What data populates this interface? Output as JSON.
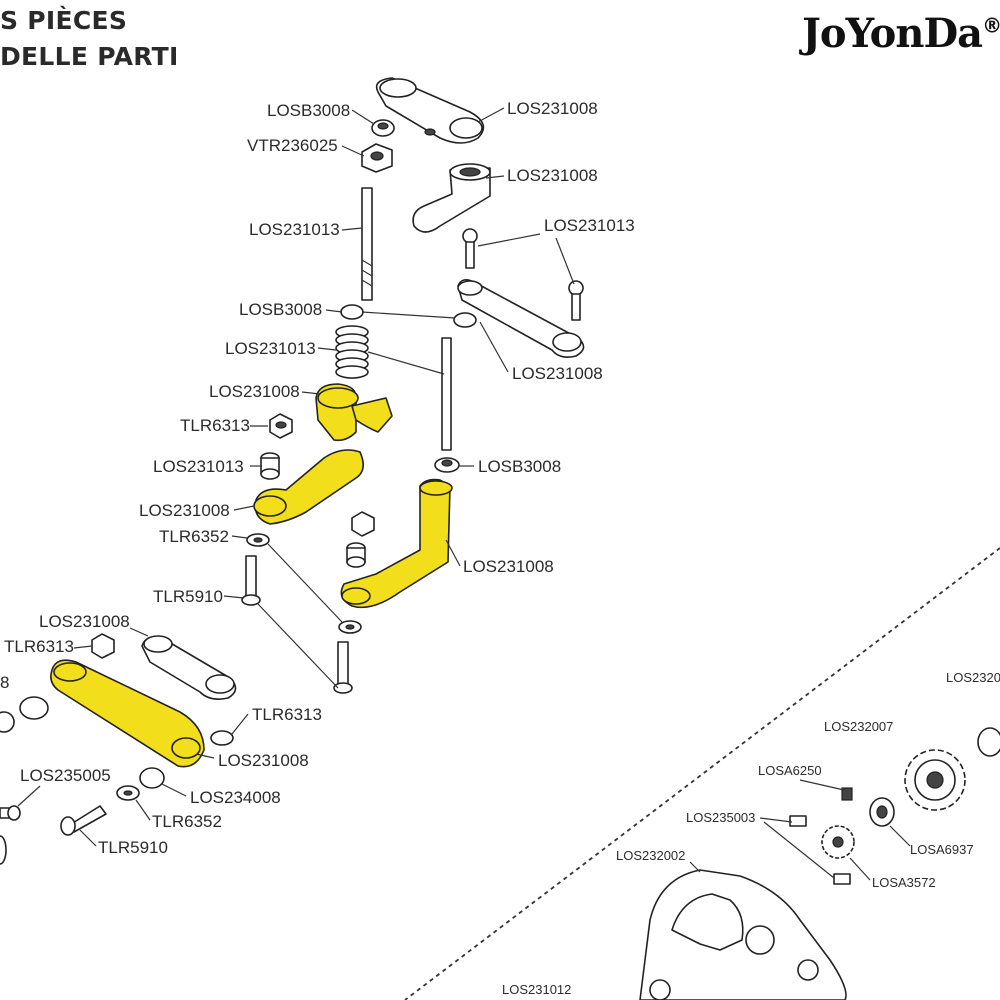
{
  "header": {
    "line1": "S PIÈCES",
    "line2": "DELLE PARTI"
  },
  "brand": {
    "name": "JoYonDa",
    "mark": "®"
  },
  "labels": {
    "losb3008_top": "LOSB3008",
    "los231008_a": "LOS231008",
    "vtr236025": "VTR236025",
    "los231008_b": "LOS231008",
    "los231013_a": "LOS231013",
    "los231013_b": "LOS231013",
    "losb3008_mid": "LOSB3008",
    "los231013_c": "LOS231013",
    "los231008_c": "LOS231008",
    "los231008_d": "LOS231008",
    "tlr6313_a": "TLR6313",
    "los231013_d": "LOS231013",
    "losb3008_low": "LOSB3008",
    "los231008_e": "LOS231008",
    "tlr6352_a": "TLR6352",
    "los231008_f": "LOS231008",
    "tlr5910_a": "TLR5910",
    "los231008_g": "LOS231008",
    "tlr6313_b": "TLR6313",
    "edge8": "8",
    "tlr6313_c": "TLR6313",
    "los231008_h": "LOS231008",
    "los235005": "LOS235005",
    "los234008": "LOS234008",
    "tlr6352_b": "TLR6352",
    "tlr5910_b": "TLR5910",
    "los2320_edge": "LOS2320",
    "los232007": "LOS232007",
    "losa6250": "LOSA6250",
    "los235003": "LOS235003",
    "losa6937": "LOSA6937",
    "los232002": "LOS232002",
    "losa3572": "LOSA3572",
    "los231012": "LOS231012"
  }
}
